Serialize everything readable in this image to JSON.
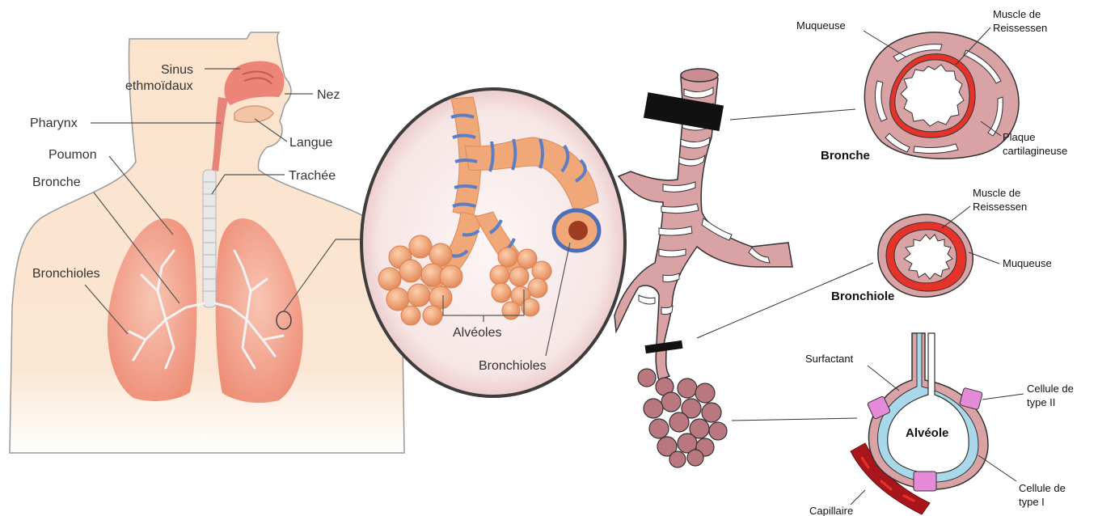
{
  "left_diagram": {
    "labels": {
      "sinus_line1": "Sinus",
      "sinus_line2": "ethmoïdaux",
      "nez": "Nez",
      "pharynx": "Pharynx",
      "langue": "Langue",
      "poumon": "Poumon",
      "bronche": "Bronche",
      "trachee": "Trachée",
      "bronchioles": "Bronchioles"
    },
    "zoom_labels": {
      "alveoles": "Alvéoles",
      "bronchioles": "Bronchioles"
    }
  },
  "right_diagram": {
    "bronche": {
      "title": "Bronche",
      "muqueuse": "Muqueuse",
      "muscle_line1": "Muscle de",
      "muscle_line2": "Reissessen",
      "plaque_line1": "Plaque",
      "plaque_line2": "cartilagineuse"
    },
    "bronchiole": {
      "title": "Bronchiole",
      "muscle_line1": "Muscle de",
      "muscle_line2": "Reissessen",
      "muqueuse": "Muqueuse"
    },
    "alveole": {
      "title": "Alvéole",
      "surfactant": "Surfactant",
      "type2_line1": "Cellule de",
      "type2_line2": "type II",
      "type1_line1": "Cellule de",
      "type1_line2": "type I",
      "capillaire": "Capillaire"
    }
  },
  "colors": {
    "skin": "#fbe1c8",
    "lung": "#f2a38e",
    "tissue_pink": "#d9a3a6",
    "muscle_red": "#e5332a",
    "cartilage_blue": "#5b7fc4",
    "alveole_blue": "#a8d8ea",
    "type2_pink": "#e48ad8",
    "capillary_red": "#a8161b"
  }
}
